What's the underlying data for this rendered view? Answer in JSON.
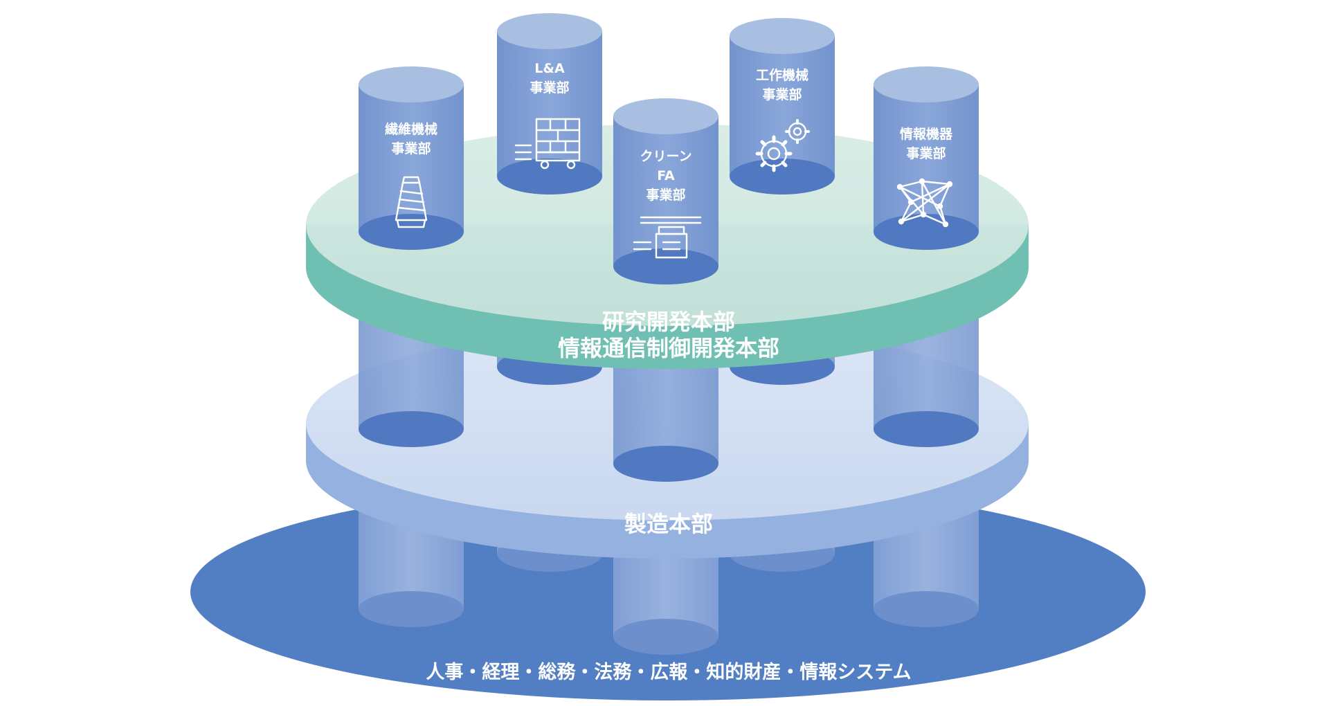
{
  "columns": [
    {
      "label_lines": [
        "繊維機械",
        "事業部"
      ],
      "icon": "thread-spool-icon"
    },
    {
      "label_lines": [
        "L&A",
        "事業部"
      ],
      "icon": "conveyor-truck-icon"
    },
    {
      "label_lines": [
        "クリーン",
        "FA",
        "事業部"
      ],
      "icon": "overhead-transport-icon"
    },
    {
      "label_lines": [
        "工作機械",
        "事業部"
      ],
      "icon": "gears-icon"
    },
    {
      "label_lines": [
        "情報機器",
        "事業部"
      ],
      "icon": "network-mesh-icon"
    }
  ],
  "tiers": {
    "rd": {
      "lines": [
        "研究開発本部",
        "情報通信制御開発本部"
      ],
      "color": "#6fbfb2"
    },
    "manufacturing": {
      "lines": [
        "製造本部"
      ],
      "color": "#94b1de"
    },
    "base": {
      "lines": [
        "人事・経理・総務・法務・広報・知的財産・情報システム"
      ],
      "color": "#527ec4"
    }
  },
  "colors": {
    "column_body": "#7b9bd2",
    "column_top": "#a9bfe2",
    "column_bottom": "#5079c1"
  }
}
